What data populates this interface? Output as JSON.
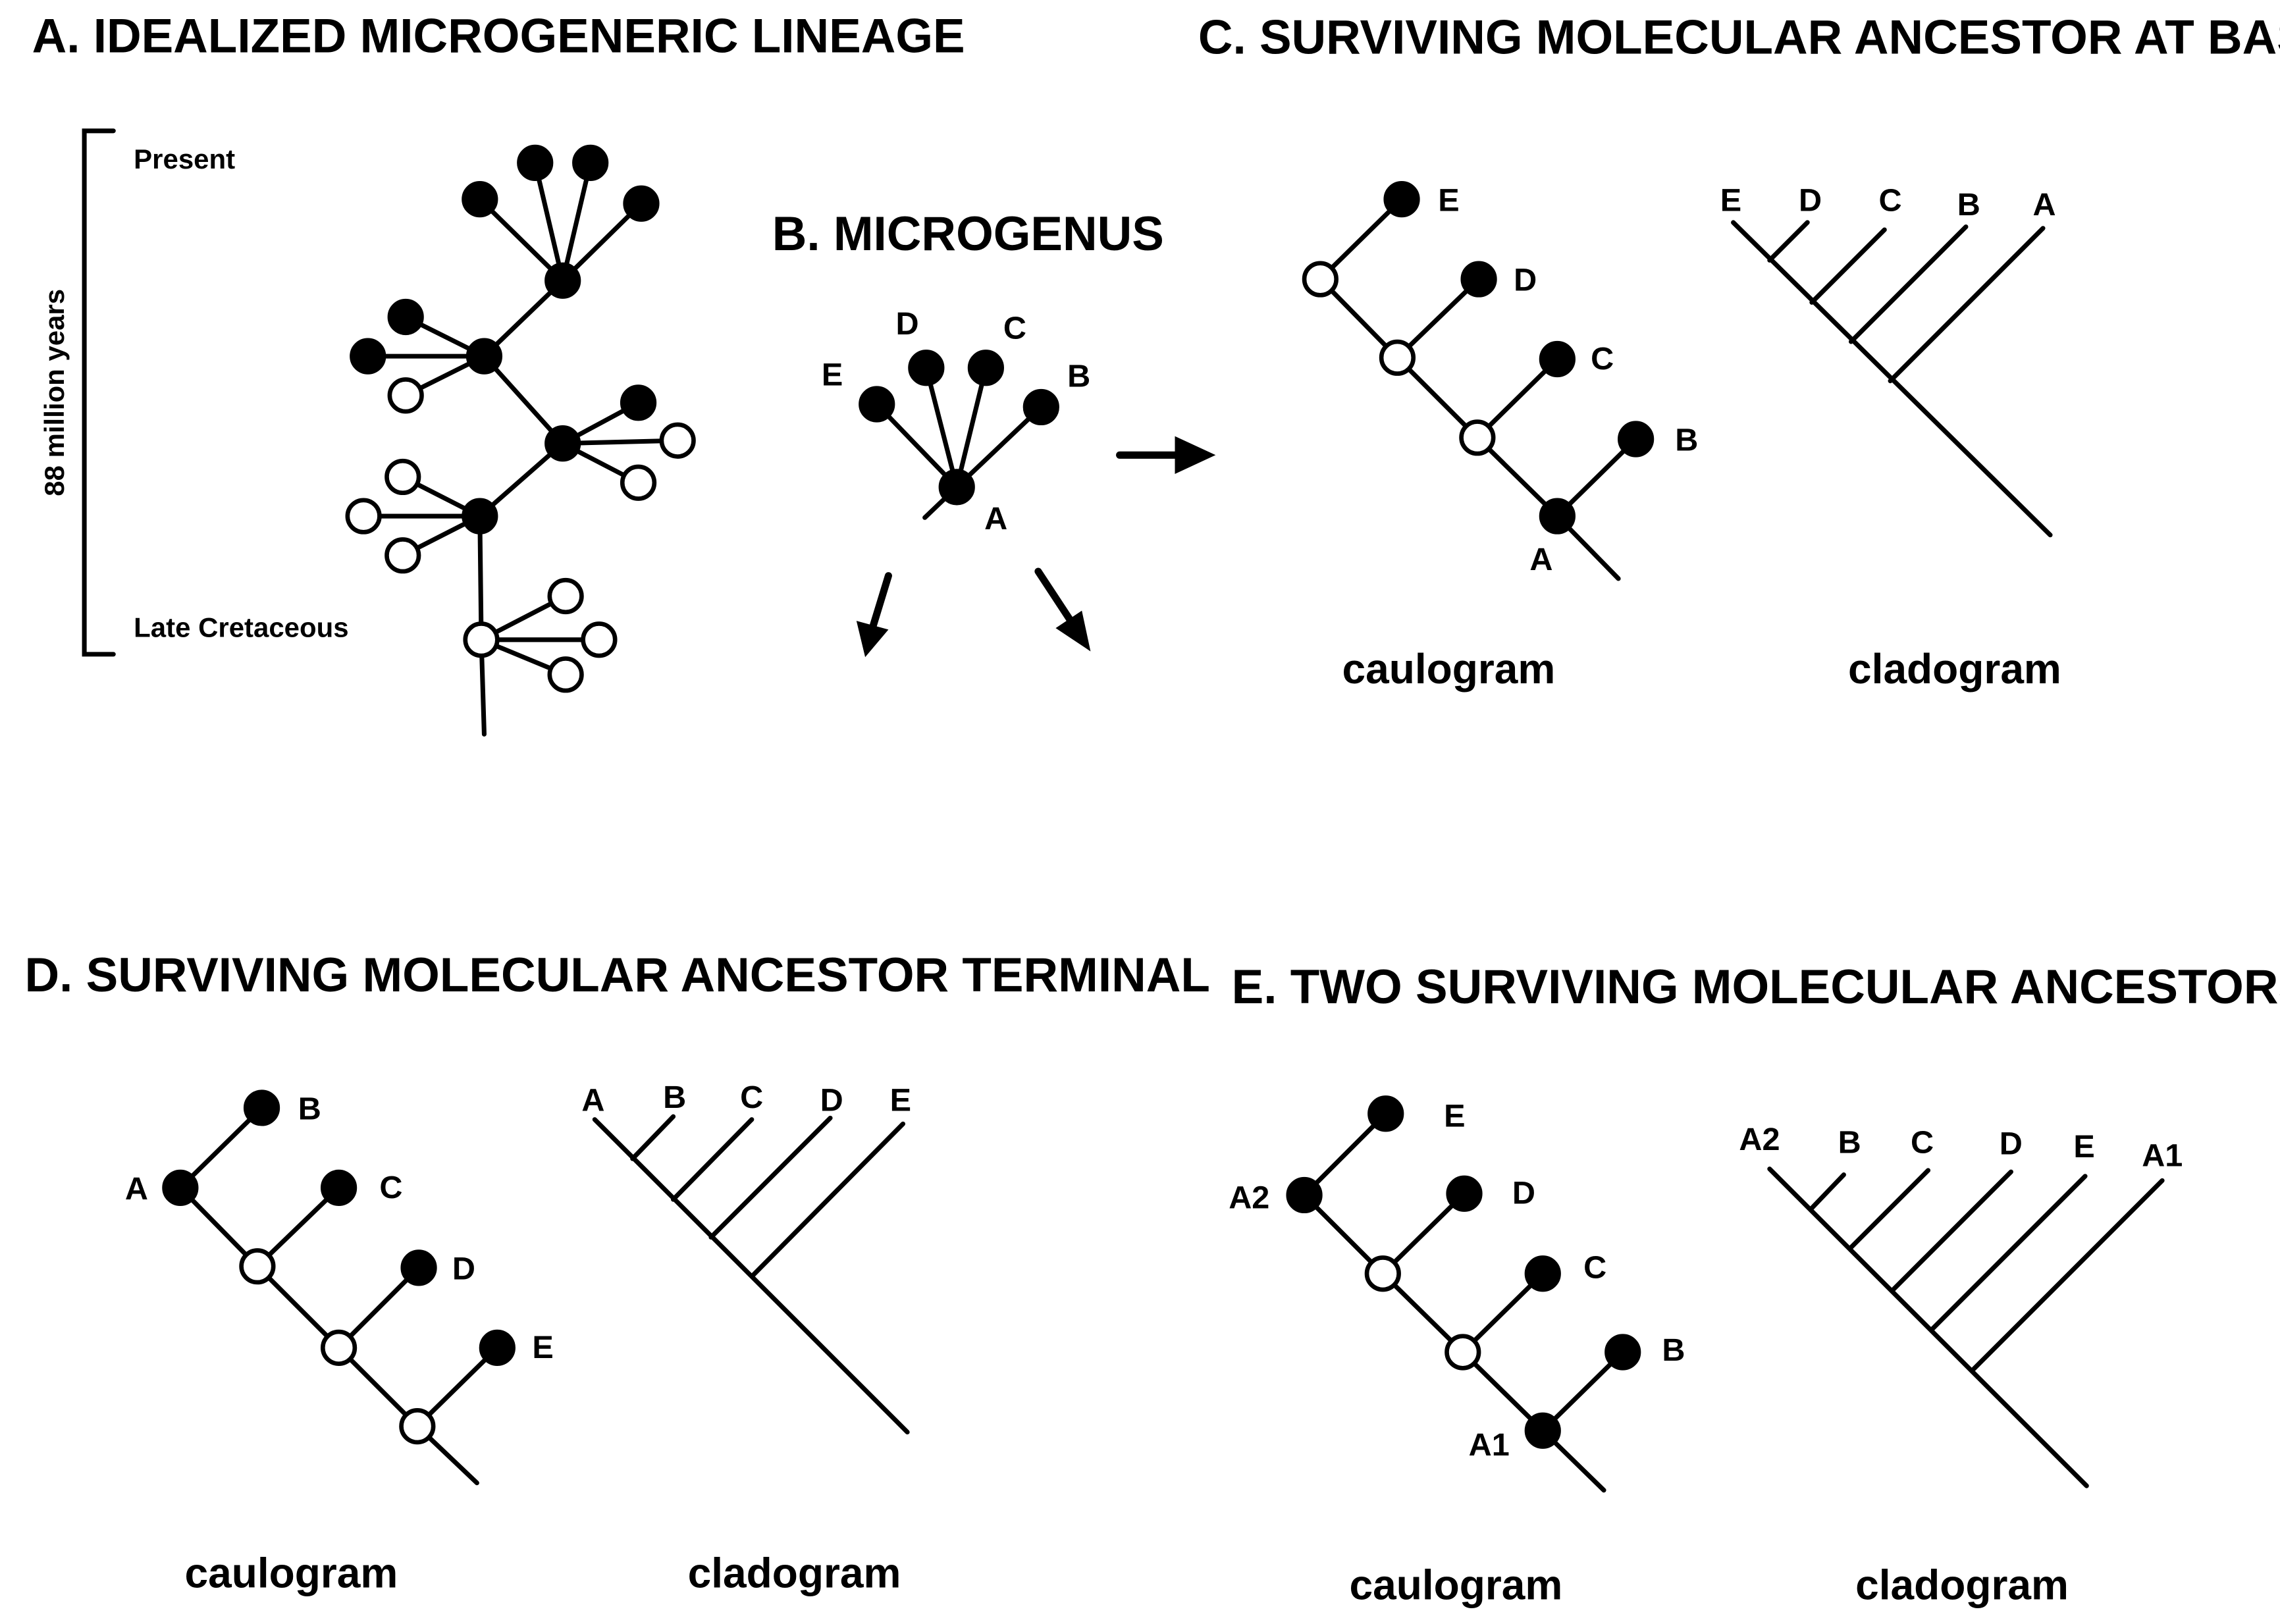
{
  "panel_a": {
    "title": "A. IDEALIZED MICROGENERIC LINEAGE",
    "scale_label": "88 million years",
    "top_label": "Present",
    "bottom_label": "Late Cretaceous"
  },
  "panel_b": {
    "title": "B. MICROGENUS",
    "nodes": {
      "a": "A",
      "b": "B",
      "c": "C",
      "d": "D",
      "e": "E"
    }
  },
  "panel_c": {
    "title": "C.  SURVIVING MOLECULAR ANCESTOR AT BASE",
    "caulogram_caption": "caulogram",
    "cladogram_caption": "cladogram",
    "caulogram_nodes": {
      "a": "A",
      "b": "B",
      "c": "C",
      "d": "D",
      "e": "E"
    },
    "cladogram_tips": [
      "E",
      "D",
      "C",
      "B",
      "A"
    ]
  },
  "panel_d": {
    "title": "D.  SURVIVING MOLECULAR ANCESTOR TERMINAL",
    "caulogram_caption": "caulogram",
    "cladogram_caption": "cladogram",
    "caulogram_nodes": {
      "a": "A",
      "b": "B",
      "c": "C",
      "d": "D",
      "e": "E"
    },
    "cladogram_tips": [
      "A",
      "B",
      "C",
      "D",
      "E"
    ]
  },
  "panel_e": {
    "title": "E.  TWO SURVIVING MOLECULAR ANCESTORS",
    "caulogram_caption": "caulogram",
    "cladogram_caption": "cladogram",
    "caulogram_nodes": {
      "a2": "A2",
      "a1": "A1",
      "b": "B",
      "c": "C",
      "d": "D",
      "e": "E"
    },
    "cladogram_tips": [
      "A2",
      "B",
      "C",
      "D",
      "E",
      "A1"
    ]
  }
}
